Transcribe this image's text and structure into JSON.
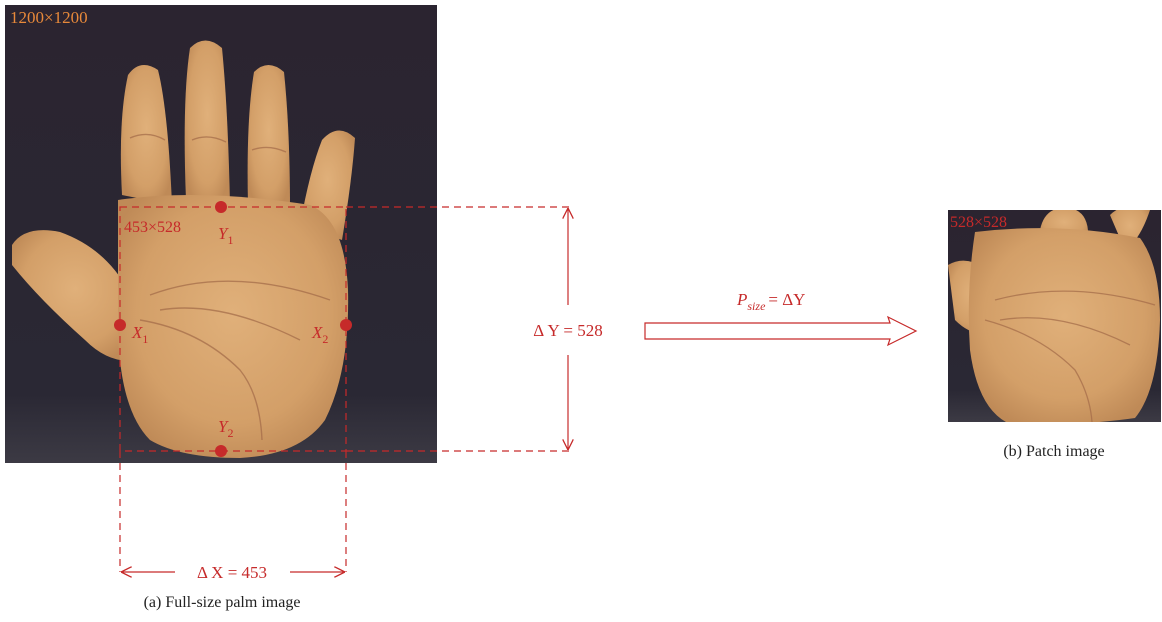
{
  "full_image": {
    "size_label": "1200×1200",
    "roi_size_label": "453×528",
    "caption": "(a) Full-size palm image"
  },
  "points": {
    "y1": {
      "letter": "Y",
      "sub": "1"
    },
    "y2": {
      "letter": "Y",
      "sub": "2"
    },
    "x1": {
      "letter": "X",
      "sub": "1"
    },
    "x2": {
      "letter": "X",
      "sub": "2"
    }
  },
  "dimensions": {
    "delta_y_label": "Δ Y = 528",
    "delta_x_label": "Δ X = 453"
  },
  "transform": {
    "p_letter": "P",
    "p_sub": "size",
    "rhs": "= ΔY"
  },
  "patch_image": {
    "size_label": "528×528",
    "caption": "(b) Patch image"
  },
  "colors": {
    "annotation": "#c62a2a",
    "size_label": "#e8893a",
    "background": "#2a2530",
    "skin": "#d9a56e"
  }
}
